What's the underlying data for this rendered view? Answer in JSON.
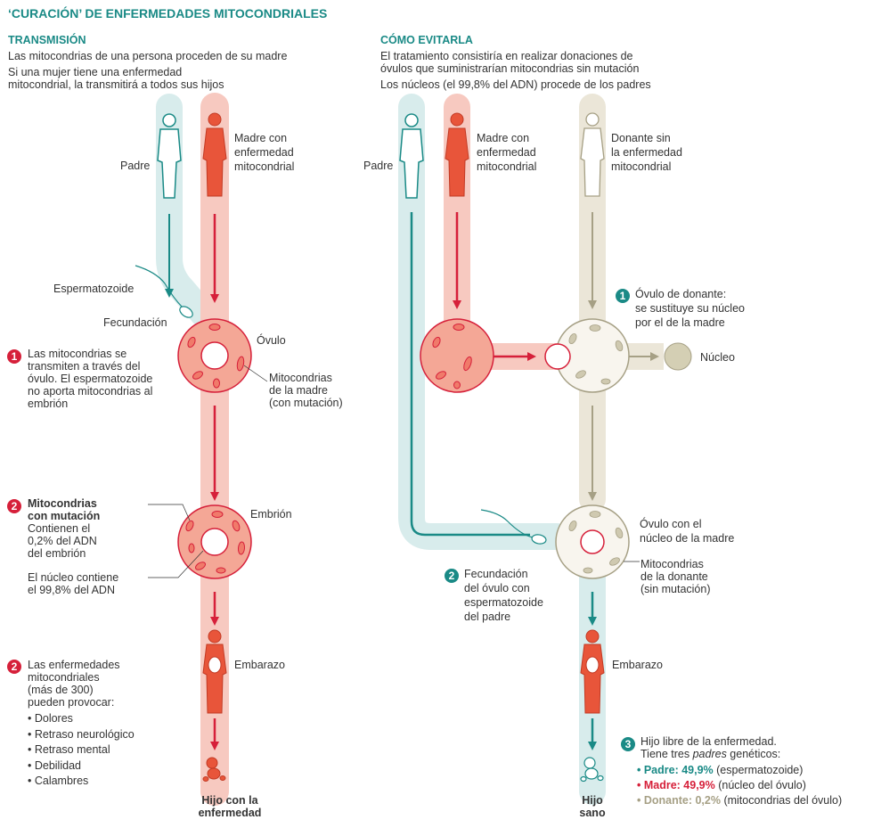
{
  "title": "‘CURACIÓN’ DE ENFERMEDADES MITOCONDRIALES",
  "left": {
    "heading": "TRANSMISIÓN",
    "intro1": "Las mitocondrias de una persona proceden de su madre",
    "intro2a": "Si una mujer tiene una enfermedad",
    "intro2b": "mitocondrial, la transmitirá a todos sus hijos",
    "padre": "Padre",
    "madre": [
      "Madre con",
      "enfermedad",
      "mitocondrial"
    ],
    "espermatozoide": "Espermatozoide",
    "fecundacion": "Fecundación",
    "ovulo": "Óvulo",
    "mito_madre": [
      "Mitocondrias",
      "de la madre",
      "(con mutación)"
    ],
    "step1": {
      "num": "1",
      "lines": [
        "Las mitocondrias se",
        "transmiten a través del",
        "óvulo. El espermatozoide",
        "no aporta mitocondrias al",
        "embrión"
      ]
    },
    "step2": {
      "num": "2",
      "bold": [
        "Mitocondrias",
        "con mutación"
      ],
      "lines": [
        "Contienen el",
        "0,2% del ADN",
        "del embrión"
      ]
    },
    "nucleo_txt": [
      "El núcleo contiene",
      "el 99,8% del ADN"
    ],
    "embrion": "Embrión",
    "embarazo": "Embarazo",
    "step3": {
      "num": "2",
      "lines": [
        "Las enfermedades",
        "mitocondriales",
        "(más de 300)",
        "pueden provocar:"
      ]
    },
    "effects": [
      "• Dolores",
      "• Retraso neurológico",
      "• Retraso mental",
      "• Debilidad",
      "• Calambres"
    ],
    "result": [
      "Hijo con la",
      "enfermedad"
    ]
  },
  "right": {
    "heading": "CÓMO EVITARLA",
    "intro1": "El tratamiento consistiría en realizar donaciones de",
    "intro2": "óvulos que suministrarían mitocondrias sin mutación",
    "intro3": "Los núcleos (el  99,8% del ADN) procede de los padres",
    "padre": "Padre",
    "madre": [
      "Madre con",
      "enfermedad",
      "mitocondrial"
    ],
    "donante": [
      "Donante sin",
      "la enfermedad",
      "mitocondrial"
    ],
    "step1": {
      "num": "1",
      "lines": [
        "Óvulo de donante:",
        "se sustituye su núcleo",
        "por el de la madre"
      ]
    },
    "nucleo": "Núcleo",
    "ovulo_nucleo": [
      "Óvulo con el",
      "núcleo de la madre"
    ],
    "mito_donante": [
      "Mitocondrias",
      "de la donante",
      "(sin mutación)"
    ],
    "step2": {
      "num": "2",
      "lines": [
        "Fecundación",
        "del óvulo con",
        "espermatozoide",
        "del padre"
      ]
    },
    "embarazo": "Embarazo",
    "step3": {
      "num": "3",
      "lines": [
        "Hijo libre de la enfermedad.",
        "Tiene tres "
      ],
      "italic": "padres",
      "after": " genéticos:"
    },
    "parents": [
      {
        "label": "• Padre: 49,9%",
        "rest": " (espermatozoide)"
      },
      {
        "label": "• Madre: 49,9%",
        "rest": " (núcleo del óvulo)"
      },
      {
        "label": "• Donante: 0,2%",
        "rest": " (mitocondrias del óvulo)"
      }
    ],
    "result": [
      "Hijo",
      "sano"
    ]
  },
  "colors": {
    "teal": "#1a8a86",
    "red": "#d6203a",
    "tan": "#a6a085",
    "teal_band": "#d8ecec",
    "red_band": "#f7c9c0",
    "tan_band": "#ebe6d8"
  }
}
